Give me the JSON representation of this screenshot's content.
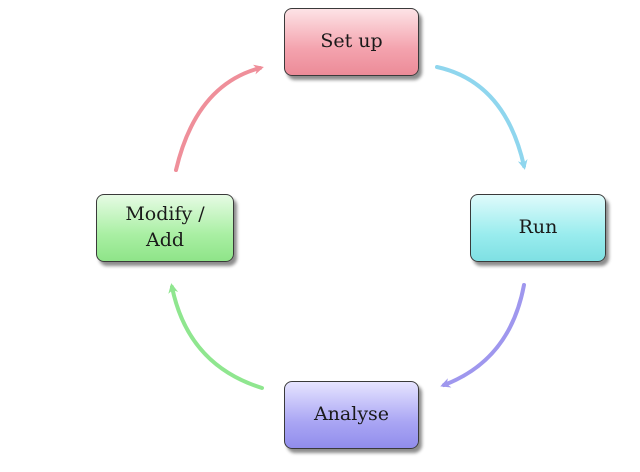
{
  "nodes": {
    "setup": "Set up",
    "run": "Run",
    "analyse": "Analyse",
    "modify": "Modify / Add"
  },
  "colors": {
    "setup": "#f4a3ae",
    "run": "#99ecee",
    "analyse": "#aaa6f4",
    "modify": "#a9efa3",
    "arrow_setup_to_run": "#8fd6ee",
    "arrow_run_to_analyse": "#9f97ee",
    "arrow_analyse_to_modify": "#8fe68f",
    "arrow_modify_to_setup": "#ef8f9a"
  }
}
